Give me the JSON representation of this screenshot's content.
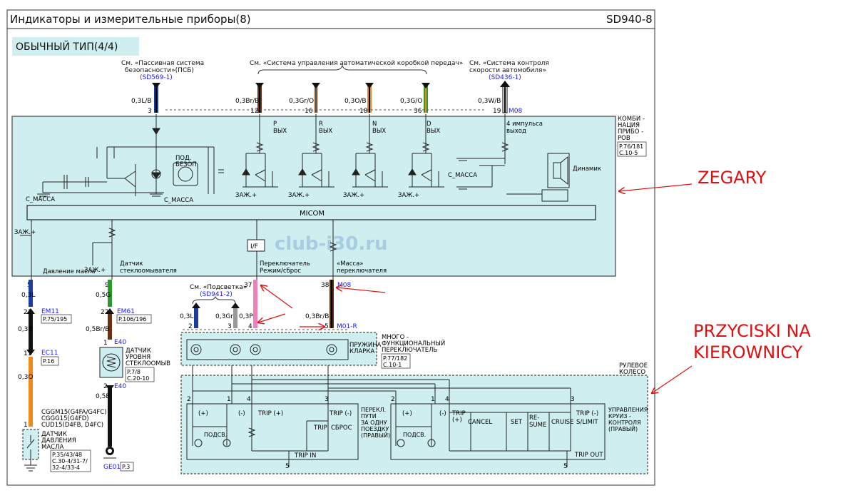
{
  "header": {
    "title": "Индикаторы и измерительные приборы(8)",
    "code": "SD940-8"
  },
  "subtitle": "ОБЫЧНЫЙ ТИП(4/4)",
  "watermark": "club-i30.ru",
  "colors": {
    "panel": "#cfeef0",
    "red_annotation": "#e01010",
    "link": "#1a1aff"
  },
  "refs": {
    "psb": [
      "См. «Пассивная система",
      "безопасности»(ПСБ)",
      "(SD569-1)"
    ],
    "transmission": "См. «Система управления автоматической коробкой передач»",
    "speed": [
      "См. «Система контроля",
      "скорости автомобиля»",
      "(SD436-1)"
    ],
    "backlight": [
      "См. «Подсветка»",
      "(SD941-2)"
    ]
  },
  "top_wires": [
    {
      "label": "0,3L/B",
      "pin": "3"
    },
    {
      "label": "0,3Br/B",
      "pin": "12"
    },
    {
      "label": "0,3Gr/O",
      "pin": "16"
    },
    {
      "label": "0,3O/B",
      "pin": "18"
    },
    {
      "label": "0,3G/O",
      "pin": "36"
    },
    {
      "label": "0,3W/B",
      "pin": "19"
    }
  ],
  "top_connector": "M08",
  "outputs": {
    "p": [
      "P",
      "ВЫХ"
    ],
    "r": [
      "R",
      "ВЫХ"
    ],
    "n": [
      "N",
      "ВЫХ"
    ],
    "d": [
      "D",
      "ВЫХ"
    ],
    "pulse": [
      "4 импульса",
      "выход"
    ]
  },
  "cluster_label": [
    "КОМБИ -",
    "НАЦИЯ",
    "ПРИБО -",
    "РОВ"
  ],
  "cluster_ref": [
    "P.76/181",
    "C.10-5"
  ],
  "internal": {
    "mass": "С_МАССА",
    "ign": "ЗАЖ.+",
    "pod": "ПОД.",
    "bezop": "БЕЗОП.",
    "speaker": "Динамик",
    "micom": "MICOM",
    "if": "I/F",
    "oil": "Давление масла",
    "washer": [
      "Датчик",
      "стеклоомывателя"
    ],
    "switch": [
      "Переключатель",
      "Режим/сброс"
    ],
    "mass_switch": [
      "«Масса»",
      "переключателя"
    ]
  },
  "bottom_pins": {
    "oil_pin": "5",
    "washer_pin": "9",
    "sw_pin": "37",
    "mass_pin": "38",
    "mass_conn": "M08"
  },
  "left_wires": {
    "w1": "0,3L",
    "em11": "EM11",
    "em11_ref": "P.75/195",
    "pin21": "21",
    "w2": "0,3B",
    "pin11": "11",
    "ec11": "EC11",
    "ec11_ref": "P.16",
    "w3": "0,3O",
    "engines": [
      "CGGM15(G4FA/G4FC)",
      "CGGG15(G4FD)",
      "CUD15(D4FB, D4FC)"
    ],
    "pin1": "1",
    "oil_sensor": [
      "ДАТЧИК",
      "ДАВЛЕНИЯ",
      "МАСЛА"
    ],
    "oil_ref": [
      "P.35/43/48",
      "C.30-4/31-7/",
      "32-4/33-4"
    ]
  },
  "mid_wires": {
    "w1": "0,5G",
    "pin22": "22",
    "em61": "EM61",
    "em61_ref": "P.106/196",
    "w2": "0,5Br/B",
    "pin1": "1",
    "e40": "E40",
    "sensor": [
      "ДАТЧИК",
      "УРОВНЯ",
      "СТЕКЛООМЫВ"
    ],
    "sensor_ref": [
      "P.7/8",
      "C.20-10"
    ],
    "pin2": "2",
    "e40b": "E40",
    "w3": "0,5B",
    "ge01": "GE01",
    "ge01_ref": "P.3"
  },
  "switch_wires": [
    {
      "label": "0,3L",
      "pin": "2"
    },
    {
      "label": "0,3Gr",
      "pin": "3"
    },
    {
      "label": "0,3P",
      "pin": "4"
    },
    {
      "label": "0,3Br/B",
      "pin": "5"
    }
  ],
  "m01": "M01-R",
  "clockspring": [
    "ПРУЖИНА",
    "КЛАРКА"
  ],
  "mfs": [
    "МНОГО -",
    "ФУНКЦИОНАЛЬНЫЙ",
    "ПЕРЕКЛЮЧАТЕЛЬ"
  ],
  "mfs_ref": [
    "P.77/182",
    "C.10-1"
  ],
  "steering": [
    "РУЛЕВОЕ",
    "КОЛЕСО"
  ],
  "trip_switch": {
    "pins": [
      "2",
      "1",
      "4",
      "3"
    ],
    "plus": "(+)",
    "minus": "(-)",
    "podsv": "ПОДСВ.",
    "trip_plus": "TRIP (+)",
    "trip_minus": "TRIP (-)",
    "reset": "СБРОС",
    "trip": "TRIP",
    "trip_in": "TRIP IN",
    "pin5": "5",
    "label": [
      "ПЕРЕКЛ.",
      "ПУТИ",
      "ЗА ОДНУ",
      "ПОЕЗДКУ",
      "(ПРАВЫЙ)"
    ]
  },
  "cruise_switch": {
    "pins": [
      "2",
      "1",
      "4",
      "3"
    ],
    "plus": "(+)",
    "minus": "(-)",
    "podsv": "ПОДСВ.",
    "trip": "TRIP",
    "trip_plus": "(+)",
    "cancel": "CANCEL",
    "set": "SET",
    "re": "RE-",
    "sume": "SUME",
    "cruise": "CRUISE",
    "trip_minus": "TRIP (-)",
    "slimit": "S/LIMIT",
    "trip_out": "TRIP OUT",
    "pin5": "5",
    "label": [
      "УПРАВЛЕНИЯ",
      "КРУИЗ -",
      "КОНТРОЛЯ",
      "(ПРАВЫЙ)"
    ]
  },
  "annotations": {
    "zegary": "ZEGARY",
    "przyciski": [
      "PRZYCISKI NA",
      "KIEROWNICY"
    ]
  }
}
